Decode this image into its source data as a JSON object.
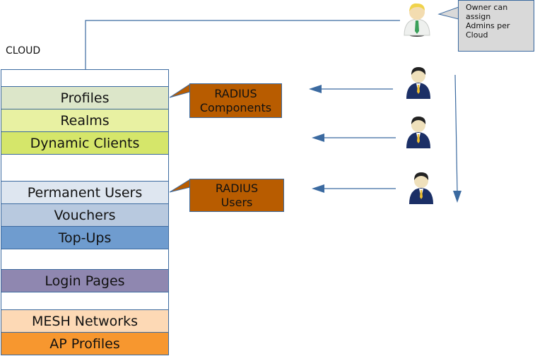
{
  "cloud_label": "CLOUD",
  "rows": [
    {
      "label": "Profiles",
      "color": "#dce6c9"
    },
    {
      "label": "Realms",
      "color": "#e8f1a2"
    },
    {
      "label": "Dynamic Clients",
      "color": "#d5e66a"
    },
    {
      "label": "Permanent Users",
      "color": "#dee6f0"
    },
    {
      "label": "Vouchers",
      "color": "#b8c9df"
    },
    {
      "label": "Top-Ups",
      "color": "#6f9ccf"
    },
    {
      "label": "Login Pages",
      "color": "#8f87b0"
    },
    {
      "label": "MESH Networks",
      "color": "#fdd9b5"
    },
    {
      "label": "AP Profiles",
      "color": "#f7972f"
    }
  ],
  "callouts": {
    "radius_components": {
      "line1": "RADIUS",
      "line2": "Components"
    },
    "radius_users": {
      "line1": "RADIUS",
      "line2": "Users"
    }
  },
  "owner_note": {
    "lines": [
      "Owner can",
      "assign",
      "Admins per",
      "Cloud"
    ]
  },
  "people": {
    "owner": "owner-person-icon",
    "admins": [
      "admin-person-icon",
      "admin-person-icon",
      "admin-person-icon"
    ]
  },
  "colors": {
    "line": "#3b6aa0",
    "callout": "#b85c00",
    "note": "#d9d9d9"
  }
}
